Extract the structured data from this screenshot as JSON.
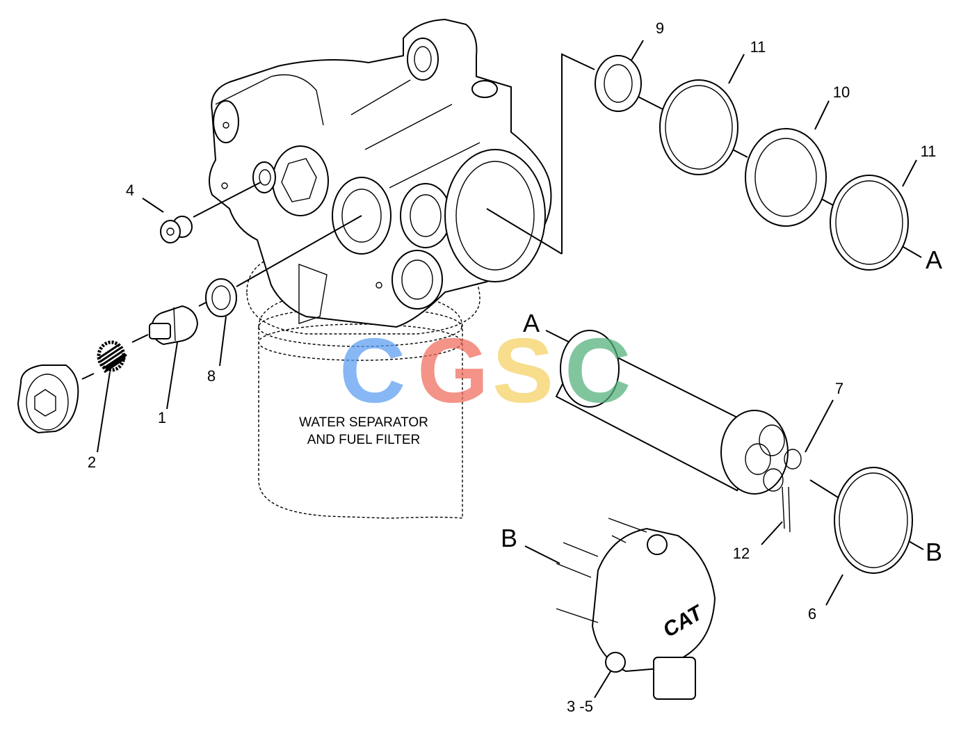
{
  "caption": {
    "line1": "WATER SEPARATOR",
    "line2": "AND FUEL FILTER"
  },
  "callouts": {
    "c1": "1",
    "c2": "2",
    "c3_5": "3 -5",
    "c4": "4",
    "c6": "6",
    "c7": "7",
    "c8": "8",
    "c9": "9",
    "c10": "10",
    "c11_top": "11",
    "c11_right": "11",
    "c12": "12"
  },
  "refs": {
    "a_right": "A",
    "a_center": "A",
    "b_left": "B",
    "b_right": "B"
  },
  "watermark": {
    "letters": [
      "C",
      "G",
      "S",
      "C"
    ],
    "colors": [
      "#5a9cf0",
      "#f06a5a",
      "#f5d060",
      "#50b07a"
    ]
  },
  "logo": "CAT"
}
